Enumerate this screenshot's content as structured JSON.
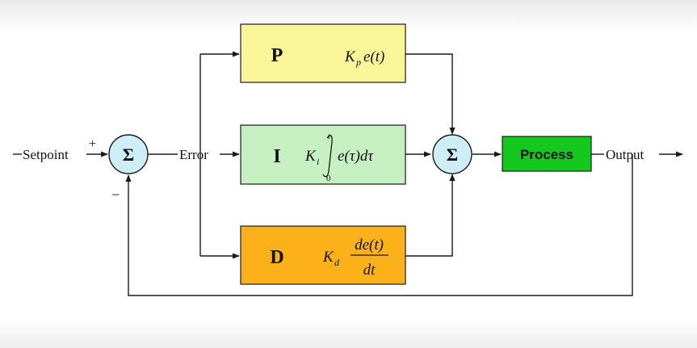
{
  "colors": {
    "p_block": "#fbf59a",
    "i_block": "#c6f0c2",
    "d_block": "#fbb21a",
    "process_block": "#14c81e",
    "sum_junction": "#cdeef6",
    "line": "#1a1a1a"
  },
  "labels": {
    "setpoint": "Setpoint",
    "plus": "+",
    "minus": "−",
    "error": "Error",
    "output": "Output",
    "sum_symbol": "Σ"
  },
  "blocks": {
    "p": {
      "letter": "P",
      "formula": "K_p e(t)"
    },
    "i": {
      "letter": "I",
      "formula": "K_i ∫_0^t e(τ) dτ"
    },
    "d": {
      "letter": "D",
      "formula": "K_d de(t)/dt"
    },
    "process": {
      "label": "Process"
    }
  }
}
